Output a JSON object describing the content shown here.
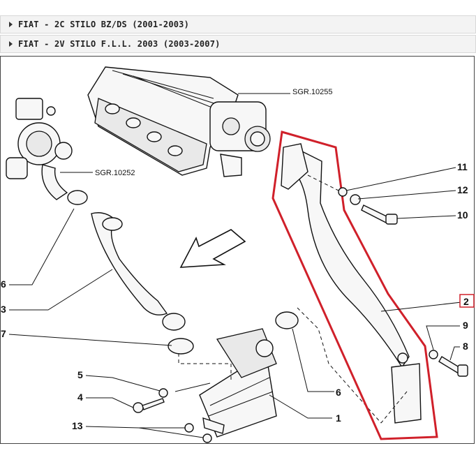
{
  "accordion": [
    {
      "label": "FIAT - 2C STILO BZ/DS (2001-2003)"
    },
    {
      "label": "FIAT - 2V STILO F.L.L. 2003 (2003-2007)"
    }
  ],
  "diagram": {
    "refs": {
      "manifold": "SGR.10255",
      "turbo": "SGR.10252"
    },
    "callouts": {
      "c11": "11",
      "c12": "12",
      "c10": "10",
      "c2": "2",
      "c9": "9",
      "c8": "8",
      "c6a": "6",
      "c3": "3",
      "c7": "7",
      "c5": "5",
      "c4": "4",
      "c13": "13",
      "c6b": "6",
      "c1": "1"
    },
    "colors": {
      "highlight": "#d0202a",
      "frame": "#444444"
    }
  }
}
